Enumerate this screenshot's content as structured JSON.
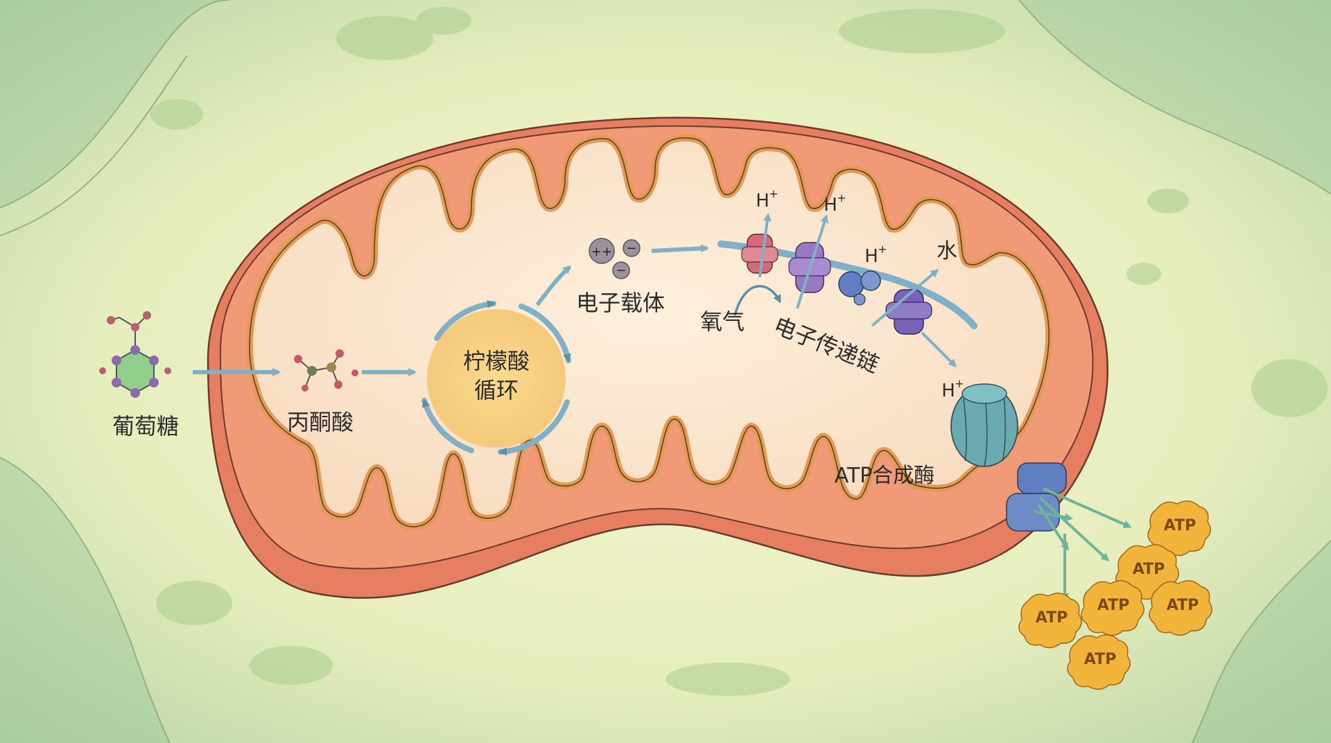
{
  "labels": {
    "glucose": "葡萄糖",
    "pyruvate": "丙酮酸",
    "krebs_line1": "柠檬酸",
    "krebs_line2": "循环",
    "electron_carrier": "电子载体",
    "oxygen": "氧气",
    "etc": "电子传递链",
    "water": "水",
    "atp_synthase": "ATP合成酶",
    "h_plus": "H",
    "h_plus_sup": "+",
    "carrier_pp": "++",
    "carrier_minus": "−"
  },
  "atp": [
    "ATP",
    "ATP",
    "ATP",
    "ATP",
    "ATP",
    "ATP"
  ],
  "colors": {
    "background": "#eef2d6",
    "outer_membrane": "#e8866a",
    "inner_membrane": "#e7a35c",
    "matrix": "#fbe6c9",
    "arrow": "#7fb0c6",
    "atp_fill": "#f3b43c",
    "protein_red": "#d46b7a",
    "protein_purple": "#9a79c4",
    "protein_blue": "#5f7fc2",
    "synthase_teal": "#6aaab0"
  }
}
